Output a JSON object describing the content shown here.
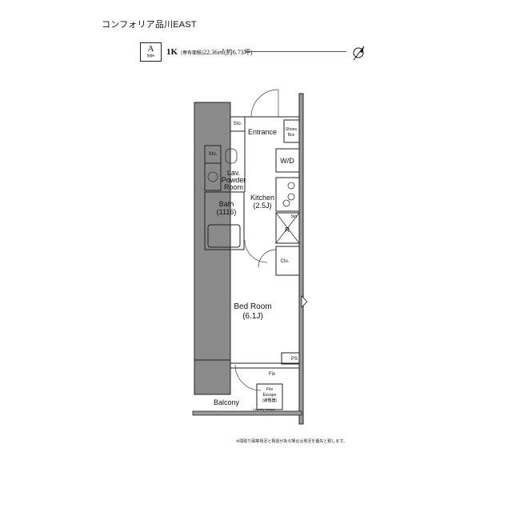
{
  "title": "コンフォリア品川EAST",
  "unit": {
    "type_letter": "A",
    "type_label": "type",
    "layout_code": "1K",
    "area_label": "[専有面積]",
    "area": "22.36㎡(約6.73坪)"
  },
  "rooms": {
    "entrance": "Entrance",
    "shoes_box_1": "Shoes",
    "shoes_box_2": "Box",
    "sto_top": "Sto.",
    "sto_lav": "Sto.",
    "sto_kitchen": "Sto.",
    "wd": "W/D",
    "lav_1": "Lav.",
    "lav_2": "Powder",
    "lav_3": "Room",
    "kitchen_1": "Kitchen",
    "kitchen_2": "(2.5J)",
    "bath_1": "Bath",
    "bath_2": "(1116)",
    "refrigerator": "R",
    "closet": "Clo.",
    "bedroom_1": "Bed Room",
    "bedroom_2": "(6.1J)",
    "ps": "PS",
    "fix": "Fix",
    "balcony": "Balcony",
    "fire_escape_1": "Fire",
    "fire_escape_2": "Escape",
    "fire_escape_3": "(避難器)",
    "laundry_hanger": "Laundry hanger"
  },
  "footnote": "※間取り図等現況と相違がある場合は現況を優先と致します。"
}
